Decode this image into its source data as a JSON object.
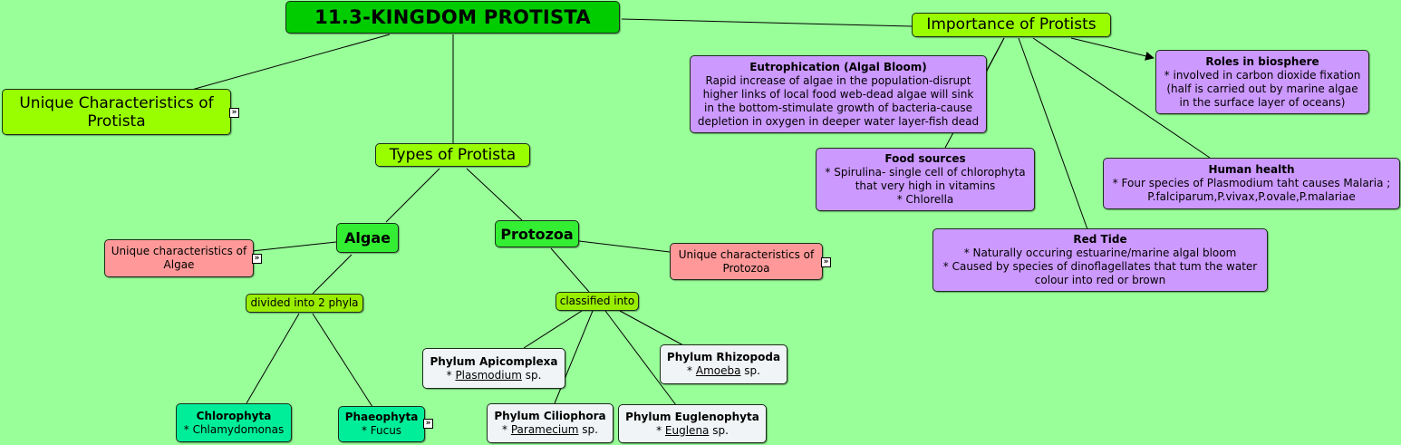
{
  "nodes": {
    "kingdom": "11.3-KINGDOM PROTISTA",
    "importance": "Importance of Protists",
    "unique_protista": [
      "Unique Characteristics of",
      "Protista"
    ],
    "types": "Types of Protista",
    "algae": "Algae",
    "protozoa": "Protozoa",
    "unique_algae": [
      "Unique characteristics of",
      "Algae"
    ],
    "unique_protozoa": [
      "Unique characteristics of",
      "Protozoa"
    ],
    "divided": "divided into 2 phyla",
    "classified": "classified into",
    "chlorophyta": {
      "title": "Chlorophyta",
      "line": "* Chlamydomonas"
    },
    "phaeophyta": {
      "title": "Phaeophyta",
      "line": "* Fucus"
    },
    "apicomplexa": {
      "title": "Phylum Apicomplexa",
      "prefix": "* ",
      "genus": "Plasmodium",
      "suffix": " sp."
    },
    "ciliophora": {
      "title": "Phylum Ciliophora",
      "prefix": "* ",
      "genus": "Paramecium",
      "suffix": " sp."
    },
    "euglenophyta": {
      "title": "Phylum Euglenophyta",
      "prefix": "* ",
      "genus": "Euglena",
      "suffix": " sp."
    },
    "rhizopoda": {
      "title": "Phylum Rhizopoda",
      "prefix": "* ",
      "genus": "Amoeba",
      "suffix": " sp."
    },
    "eutrophication": {
      "title": "Eutrophication (Algal Bloom)",
      "lines": [
        "Rapid increase of algae in the population-disrupt",
        "higher links of local food web-dead algae will sink",
        "in the bottom-stimulate growth of bacteria-cause",
        "depletion in oxygen in deeper water layer-fish dead"
      ]
    },
    "food": {
      "title": "Food sources",
      "lines": [
        "* Spirulina- single cell of chlorophyta",
        "that very high in vitamins",
        "* Chlorella"
      ]
    },
    "biosphere": {
      "title": "Roles in biosphere",
      "lines": [
        "* involved in carbon dioxide fixation",
        "(half is carried out by marine algae",
        "in the surface layer of oceans)"
      ]
    },
    "health": {
      "title": "Human health",
      "lines": [
        "* Four species of Plasmodium taht causes Malaria ;",
        "P.falciparum,P.vivax,P.ovale,P.malariae"
      ]
    },
    "redtide": {
      "title": "Red Tide",
      "lines": [
        "* Naturally occuring estuarine/marine algal bloom",
        "* Caused by species of dinoflagellates that tum the water",
        "colour into red or brown"
      ]
    }
  },
  "expander_icon": "expand-icon",
  "colors": {
    "background": "#99ff99",
    "main": "#00cc00",
    "lime": "#99ff00",
    "purple": "#cc99ff",
    "pink": "#ff9999",
    "mint": "#00ee99",
    "white": "#f0f4f6"
  }
}
